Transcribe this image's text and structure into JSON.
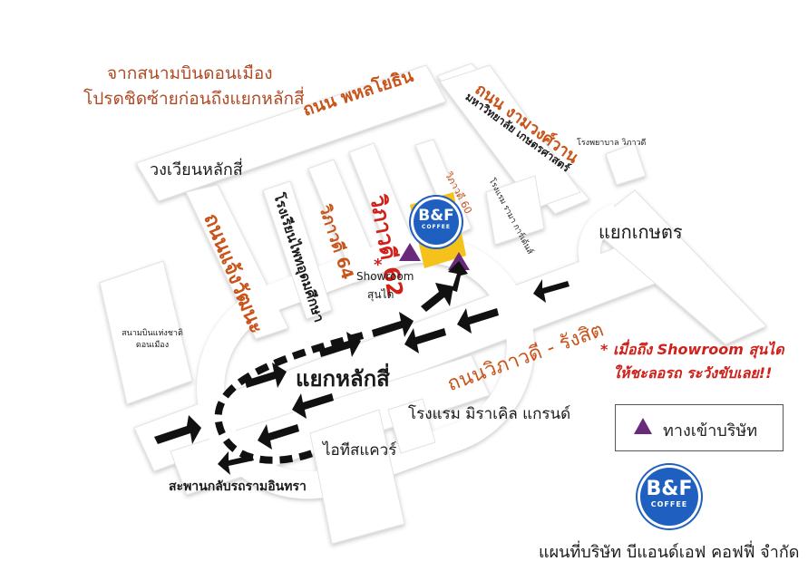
{
  "labels": {
    "airport_line1": "จากสนามบินดอนเมือง",
    "airport_line2": "โปรดชิดซ้ายก่อนถึงแยกหลักสี่",
    "road_phahonyothin": "ถนน พหลโยธิน",
    "road_ngamwongwan": "ถนน งามวงศ์วาน",
    "kasetsart_univ": "มหาวิทยาลัย เกษตรศาสตร์",
    "vibhavadi_hospital": "โรงพยาบาล วิภาวดี",
    "laksi_circle": "วงเวียนหลักสี่",
    "road_chaengwattana": "ถนนแจ้งวัฒนะ",
    "school": "โรงเรียนไพทอุดมศึกษา",
    "vibhavadi64": "วิภาวดี 64",
    "vibhavadi62": "วิภาวดี 62",
    "vibhavadi60": "วิภาวดี 60",
    "hotel_rama_gardens": "โรงแรม รามา การ์เด้นส์",
    "kaset_intersection": "แยกเกษตร",
    "showroom_name": "Showroom",
    "showroom_sub": "สุนได",
    "asterisk": "*",
    "airport_museum": "สนามบินแห่งชาติ ดอนเมือง",
    "laksi_intersection": "แยกหลักสี่",
    "road_vibhavadi_rangsit": "ถนนวิภาวดี - รังสิต",
    "notice_line1": "* เมื่อถึง Showroom สุนได",
    "notice_line2": "ให้ชะลอรถ ระวังขับเลย!!",
    "hotel_miracle": "โรงแรม มิราเคิล แกรนด์",
    "it_square": "ไอทีสแควร์",
    "flyover": "สะพานกลับรถรามอินทรา",
    "company_name": "แผนที่บริษัท บีแอนด์เอฟ คอฟฟี่ จำกัด"
  },
  "logo": {
    "brand": "B&F",
    "word": "COFFEE"
  },
  "legend": {
    "entrance": "ทางเข้าบริษัท"
  },
  "colors": {
    "road_label": "#c8541a",
    "arrow": "#111111",
    "entrance_marker": "#6a2a7c",
    "logo_blue": "#1f5fbf",
    "notice_red": "#d0201a",
    "building_yellow": "#f4c21a"
  }
}
